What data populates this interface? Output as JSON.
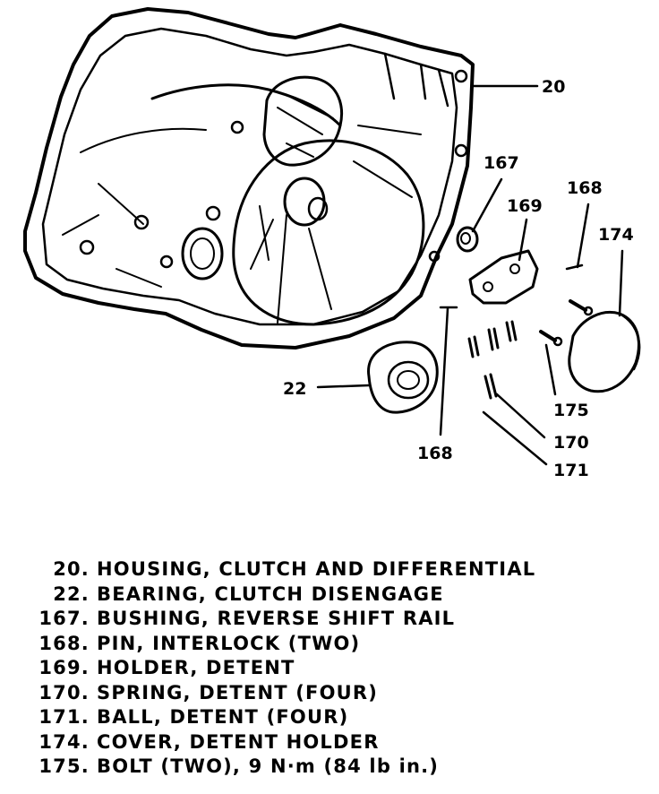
{
  "callouts": {
    "c20": "20",
    "c22": "22",
    "c167": "167",
    "c168a": "168",
    "c168b": "168",
    "c169": "169",
    "c170": "170",
    "c171": "171",
    "c174": "174",
    "c175": "175"
  },
  "legend": [
    {
      "num": "20.",
      "text": "HOUSING, CLUTCH AND DIFFERENTIAL"
    },
    {
      "num": "22.",
      "text": "BEARING, CLUTCH DISENGAGE"
    },
    {
      "num": "167.",
      "text": "BUSHING, REVERSE SHIFT RAIL"
    },
    {
      "num": "168.",
      "text": "PIN, INTERLOCK (TWO)"
    },
    {
      "num": "169.",
      "text": "HOLDER, DETENT"
    },
    {
      "num": "170.",
      "text": "SPRING, DETENT (FOUR)"
    },
    {
      "num": "171.",
      "text": "BALL, DETENT (FOUR)"
    },
    {
      "num": "174.",
      "text": "COVER, DETENT HOLDER"
    },
    {
      "num": "175.",
      "text": "BOLT (TWO), 9 N·m (84 lb in.)"
    }
  ]
}
